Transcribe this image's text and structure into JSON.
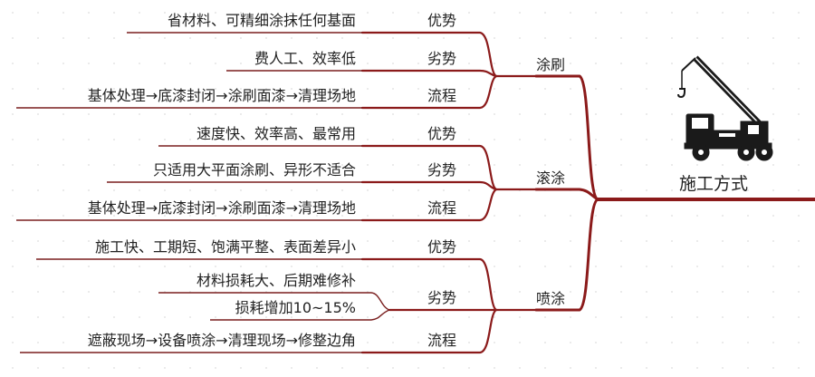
{
  "root": {
    "title": "施工方式",
    "icon": "crane-truck-icon"
  },
  "methods": [
    {
      "name": "涂刷",
      "branches": [
        {
          "category": "优势",
          "items": [
            "省材料、可精细涂抹任何基面"
          ]
        },
        {
          "category": "劣势",
          "items": [
            "费人工、效率低"
          ]
        },
        {
          "category": "流程",
          "items": [
            "基体处理→底漆封闭→涂刷面漆→清理场地"
          ]
        }
      ]
    },
    {
      "name": "滚涂",
      "branches": [
        {
          "category": "优势",
          "items": [
            "速度快、效率高、最常用"
          ]
        },
        {
          "category": "劣势",
          "items": [
            "只适用大平面涂刷、异形不适合"
          ]
        },
        {
          "category": "流程",
          "items": [
            "基体处理→底漆封闭→涂刷面漆→清理场地"
          ]
        }
      ]
    },
    {
      "name": "喷涂",
      "branches": [
        {
          "category": "优势",
          "items": [
            "施工快、工期短、饱满平整、表面差异小"
          ]
        },
        {
          "category": "劣势",
          "items": [
            "材料损耗大、后期难修补",
            "损耗增加10~15%"
          ]
        },
        {
          "category": "流程",
          "items": [
            "遮蔽现场→设备喷涂→清理现场→修整边角"
          ]
        }
      ]
    }
  ],
  "colors": {
    "line": "#8b1a1a",
    "thin_line": "#7a1f1f"
  }
}
